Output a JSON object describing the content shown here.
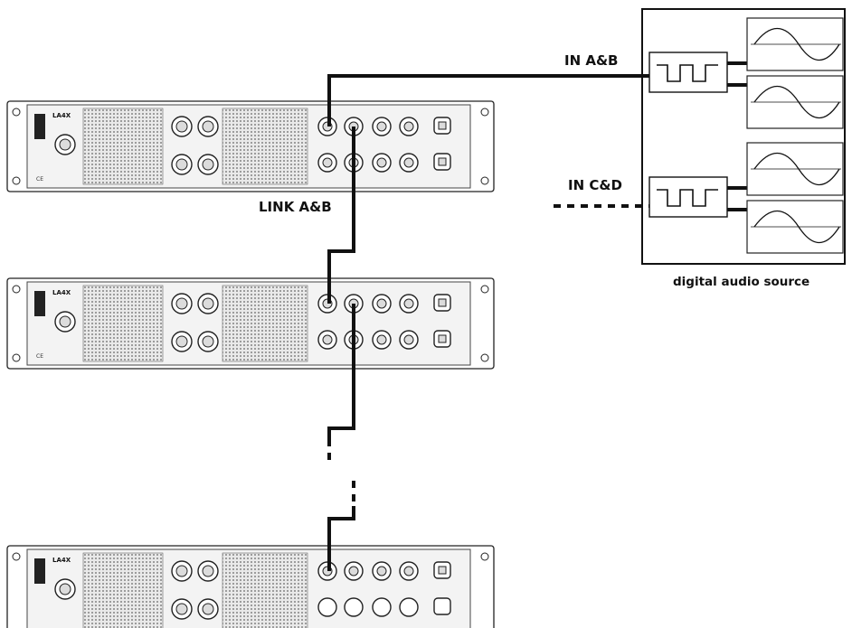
{
  "labels": {
    "in_ab": "IN A&B",
    "in_cd": "IN C&D",
    "link_ab": "LINK A&B",
    "source_caption": "digital audio source"
  },
  "amplifier": {
    "brand": "LA4X"
  }
}
